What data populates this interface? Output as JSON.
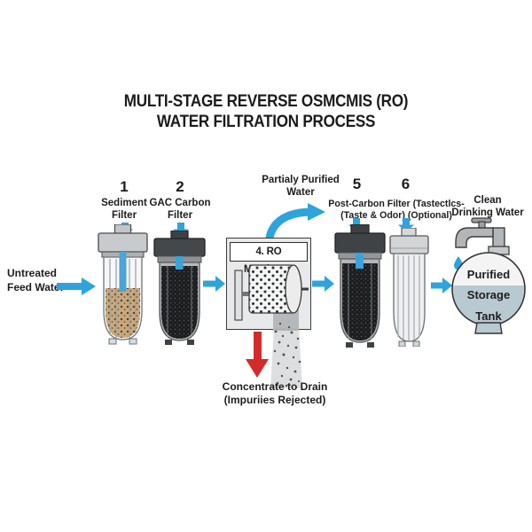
{
  "title": {
    "line1": "MULTI-STAGE REVERSE OSMCMIS (RO)",
    "line2": "WATER FILTRATION PROCESS"
  },
  "stages": {
    "stage1_number": "1",
    "stage1_name": "Sediment\nFilter",
    "stage2_number": "2",
    "stage2_name": "GAC Carbon\nFilter",
    "stage4_name": "4. RO Membrane",
    "stage5_number": "5",
    "stage6_number": "6",
    "post_carbon_name": "Post-Carbon Filter (Tastectlcs-\n(Taste & Odor) (Optional)"
  },
  "flow_labels": {
    "untreated_feed": "Untreated\nFeed Water",
    "partially_purified": "Partialy Purified\nWater",
    "clean_drinking": "Clean\nDrinking Water",
    "tank": "Purified\nStorage\nTank",
    "drain": "Concentrate to Drain\n(Impuriies Rejected)"
  },
  "colors": {
    "flow_blue": "#2FA3DB",
    "drain_red": "#D32B2B",
    "text_dark": "#1D1D1D",
    "tank_water": "#B9C9D1",
    "carbon_media": "#1B1C1E",
    "sediment_media": "#C9A87C"
  }
}
